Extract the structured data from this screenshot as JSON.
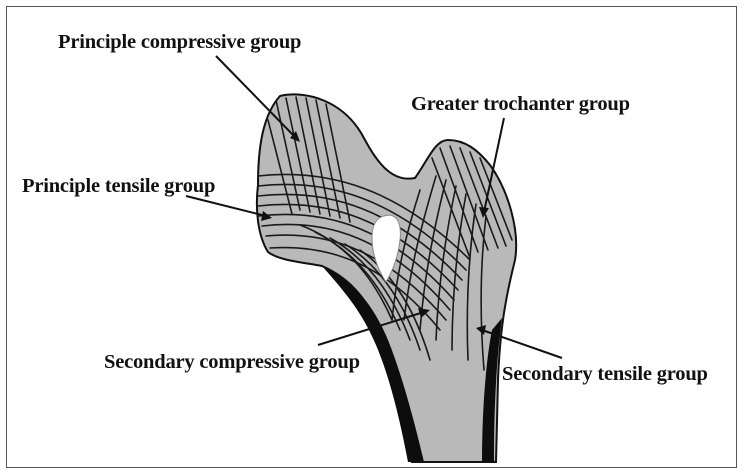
{
  "labels": {
    "principle_compressive": "Principle compressive group",
    "greater_trochanter": "Greater trochanter group",
    "principle_tensile": "Principle tensile group",
    "secondary_compressive": "Secondary compressive group",
    "secondary_tensile": "Secondary tensile group"
  },
  "colors": {
    "bone_fill": "#b9b9b9",
    "cortex": "#0d0d0d",
    "ward_triangle": "#ffffff",
    "lines": "#1a1a1a"
  }
}
